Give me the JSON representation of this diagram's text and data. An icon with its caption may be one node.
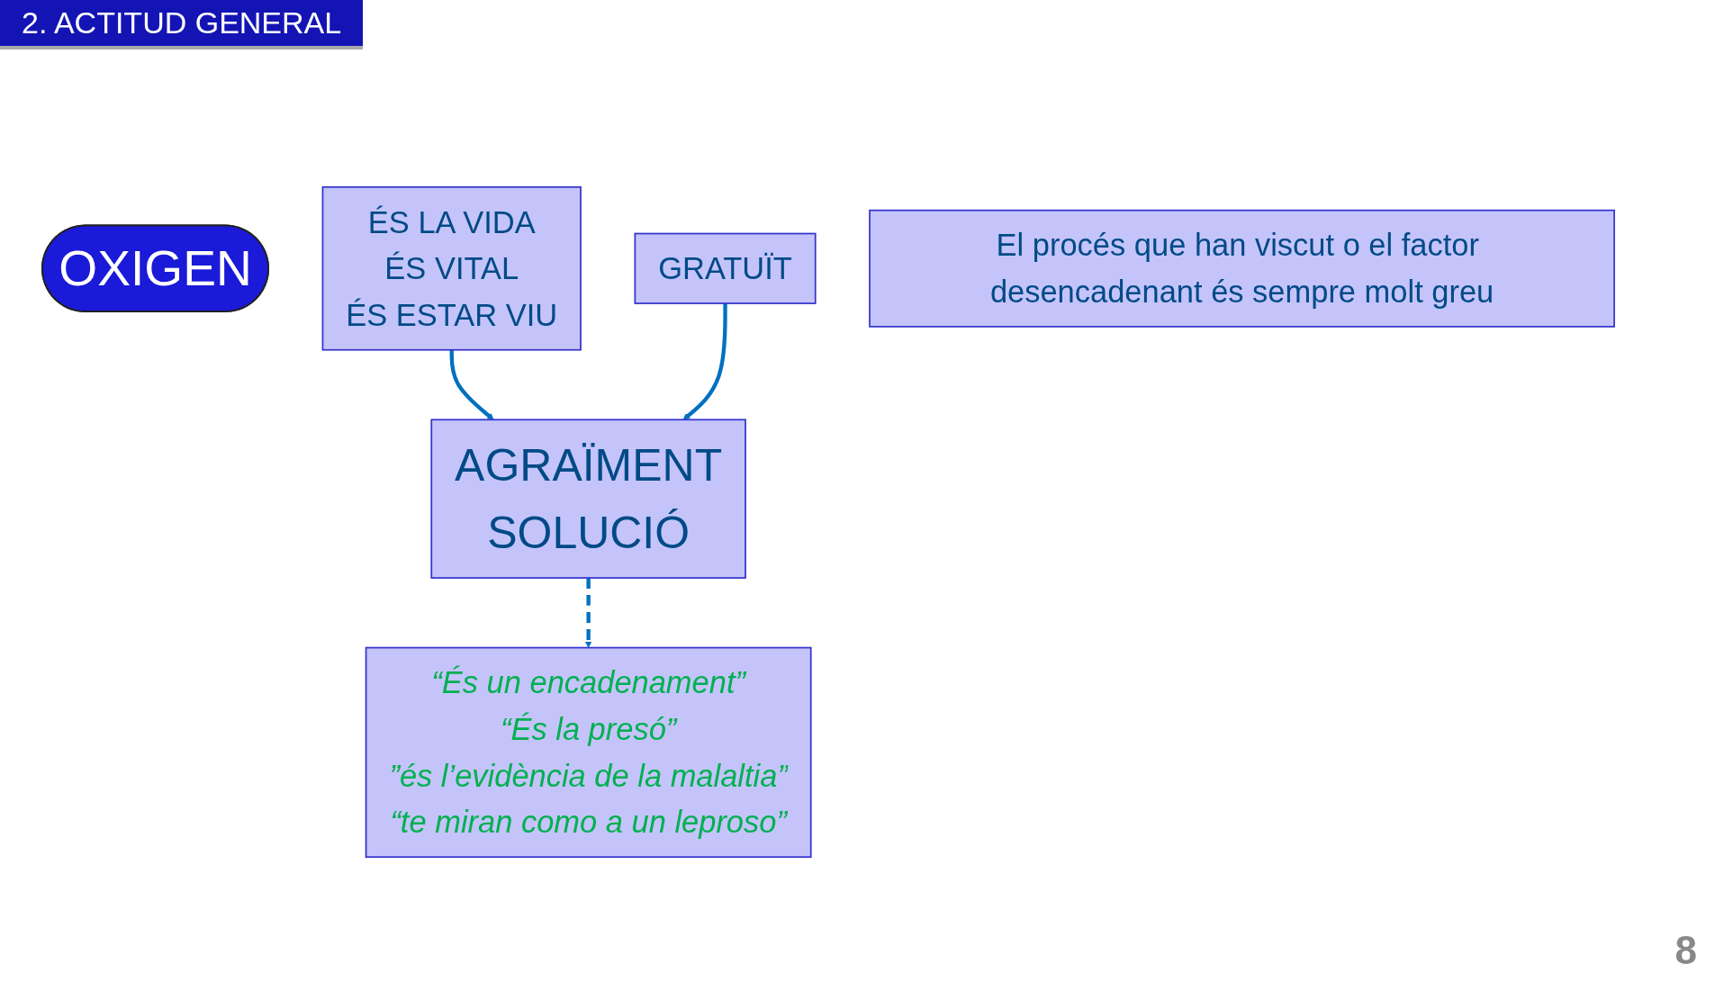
{
  "diagram": {
    "title": "2. ACTITUD GENERAL",
    "nodes": [
      {
        "text": [
          "OXIGEN"
        ]
      },
      {
        "text": [
          "GRATUÏT"
        ]
      },
      {
        "text": [
          "AGRAÏMENT",
          "SOLUCIÓ"
        ]
      },
      {
        "text": [
          "ÉS LA VIDA",
          "ÉS VITAL",
          "ÉS ESTAR VIU"
        ]
      },
      {
        "text": [
          "“És un encadenament”",
          "“És la presó”",
          "”és l’evidència de la malaltia”",
          "“te miran como a un leproso”"
        ]
      },
      {
        "text": [
          "El procés que han viscut o el factor desencadenant és sempre molt greu"
        ]
      }
    ],
    "edges": [
      {
        "from": 3,
        "to": 2,
        "arrow": "to"
      },
      {
        "from": 1,
        "to": 2,
        "arrow": "to"
      },
      {
        "from": 2,
        "to": 4,
        "arrow": "to",
        "style": "dashed"
      }
    ],
    "labels": [
      "8"
    ]
  }
}
